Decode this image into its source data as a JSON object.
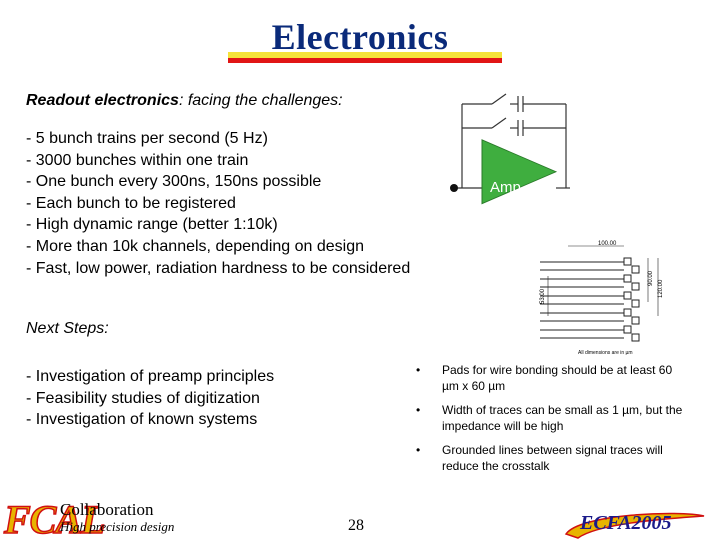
{
  "title": "Electronics",
  "heading": {
    "bold": "Readout electronics",
    "rest": ": facing the challenges:"
  },
  "bullets": [
    "- 5 bunch trains per second (5 Hz)",
    "- 3000 bunches within one train",
    "- One bunch every 300ns, 150ns possible",
    "- Each bunch to be registered",
    "- High dynamic range (better 1:10k)",
    "- More than 10k channels, depending on design",
    "- Fast, low power, radiation hardness to be considered"
  ],
  "next_steps": {
    "label": "Next Steps:",
    "items": [
      "- Investigation of preamp principles",
      "- Feasibility studies of digitization",
      "- Investigation of known systems"
    ]
  },
  "notes": [
    "Pads for wire bonding should be at least 60 µm x 60 µm",
    "Width of traces can be small as 1 µm, but the impedance will be high",
    "Grounded lines between signal traces will reduce the crosstalk"
  ],
  "amp": {
    "label": "Amp",
    "fill": "#3fae3f"
  },
  "wire_diagram": {
    "dim_top": "100.00",
    "dim_right_inner": "90.00",
    "dim_right_outer": "120.00",
    "dim_left": "53.00",
    "caption": "All dimensions are in µm"
  },
  "footer": {
    "logo": "FCAL",
    "collaboration": "Collaboration",
    "tagline": "High precision design",
    "page": "28",
    "conference": "ECFA2005"
  },
  "colors": {
    "title": "#0a2a7a",
    "bar_red": "#e11515",
    "bar_yellow": "#f5e23a"
  }
}
